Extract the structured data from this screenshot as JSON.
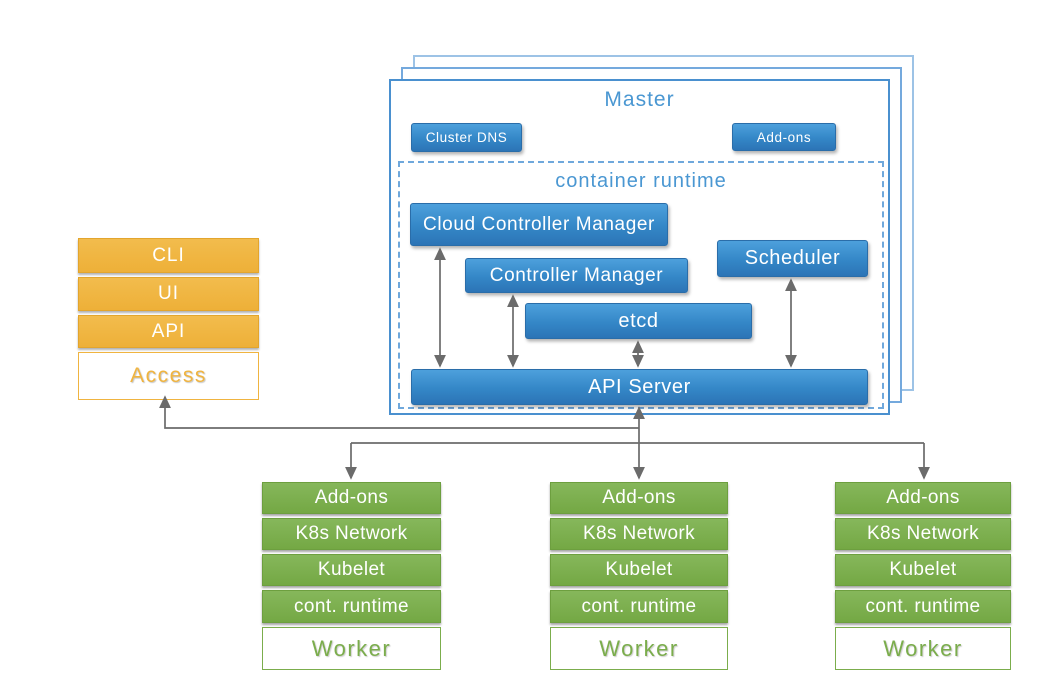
{
  "master": {
    "title": "Master",
    "buttons": {
      "cluster_dns": "Cluster DNS",
      "add_ons": "Add-ons"
    },
    "container_runtime": {
      "label": "container runtime",
      "components": {
        "cloud_controller_manager": "Cloud Controller Manager",
        "controller_manager": "Controller Manager",
        "scheduler": "Scheduler",
        "etcd": "etcd",
        "api_server": "API Server"
      }
    }
  },
  "access": {
    "rows": [
      "CLI",
      "UI",
      "API"
    ],
    "label": "Access"
  },
  "workers": [
    {
      "rows": [
        "Add-ons",
        "K8s Network",
        "Kubelet",
        "cont. runtime"
      ],
      "label": "Worker"
    },
    {
      "rows": [
        "Add-ons",
        "K8s Network",
        "Kubelet",
        "cont. runtime"
      ],
      "label": "Worker"
    },
    {
      "rows": [
        "Add-ons",
        "K8s Network",
        "Kubelet",
        "cont. runtime"
      ],
      "label": "Worker"
    }
  ],
  "colors": {
    "component_blue": "#3487c7",
    "master_border_blue": "#4a90cf",
    "dashed_border_blue": "#6fa8dc",
    "heading_text_blue": "#4a97d2",
    "access_orange": "#f0b440",
    "worker_green": "#7bad4c",
    "arrow_gray": "#6b6b6b"
  }
}
